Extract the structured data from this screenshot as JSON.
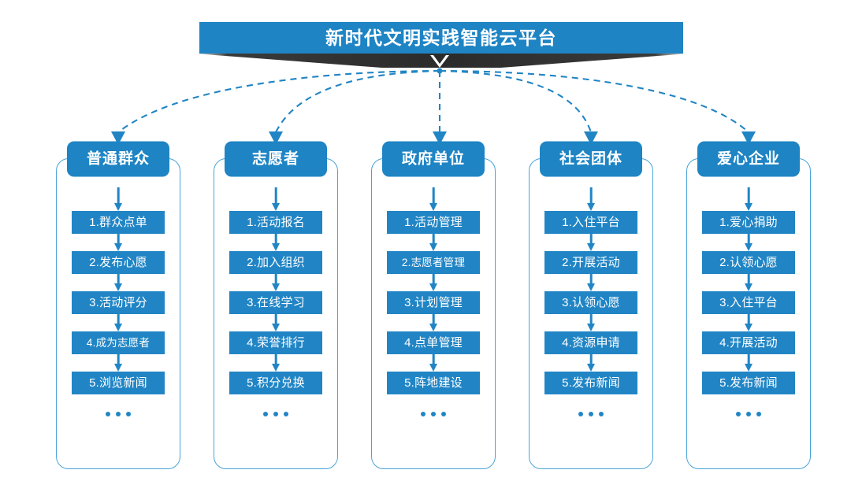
{
  "banner": {
    "title": "新时代文明实践智能云平台",
    "caret_icon": "caret-down-icon"
  },
  "colors": {
    "primary_blue": "#1E84C4",
    "item_blue": "#2185C5",
    "border_blue": "#4AA3D8",
    "shadow_dark": "#2b2b2b",
    "background": "#ffffff"
  },
  "ellipsis": "...",
  "columns": [
    {
      "header": "普通群众",
      "items": [
        "1.群众点单",
        "2.发布心愿",
        "3.活动评分",
        "4.成为志愿者",
        "5.浏览新闻"
      ]
    },
    {
      "header": "志愿者",
      "items": [
        "1.活动报名",
        "2.加入组织",
        "3.在线学习",
        "4.荣誉排行",
        "5.积分兑换"
      ]
    },
    {
      "header": "政府单位",
      "items": [
        "1.活动管理",
        "2.志愿者管理",
        "3.计划管理",
        "4.点单管理",
        "5.阵地建设"
      ]
    },
    {
      "header": "社会团体",
      "items": [
        "1.入住平台",
        "2.开展活动",
        "3.认领心愿",
        "4.资源申请",
        "5.发布新闻"
      ]
    },
    {
      "header": "爱心企业",
      "items": [
        "1.爱心捐助",
        "2.认领心愿",
        "3.入住平台",
        "4.开展活动",
        "5.发布新闻"
      ]
    }
  ]
}
